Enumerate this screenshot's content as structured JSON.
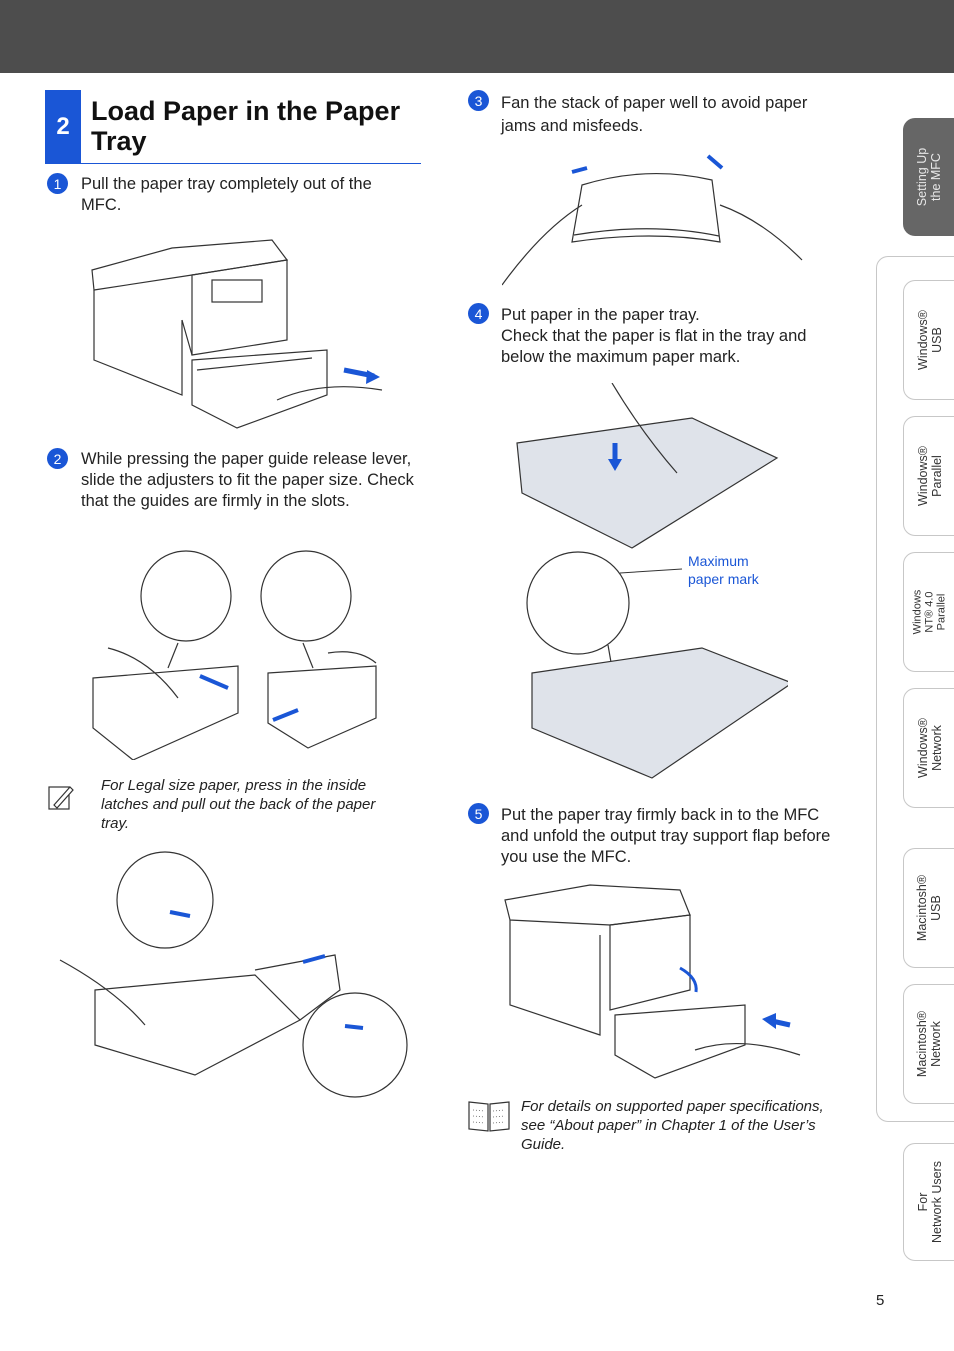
{
  "section": {
    "number": "2",
    "title": "Load Paper in the Paper Tray"
  },
  "steps": [
    {
      "num": "1",
      "text": "Pull the paper tray completely out of the MFC."
    },
    {
      "num": "2",
      "text": "While pressing the paper guide release lever, slide the adjusters to fit the paper size. Check that the guides are firmly in the slots."
    },
    {
      "num": "3",
      "text": "Fan the stack of paper well to avoid paper jams and misfeeds."
    },
    {
      "num": "4",
      "text": "Put paper in the paper tray.",
      "text2": "Check that the paper is flat in the tray and below the maximum paper mark."
    },
    {
      "num": "5",
      "text": "Put the paper tray firmly back in to the MFC and unfold the output tray support flap before you use the MFC."
    }
  ],
  "notes": {
    "legal": "For Legal size paper, press in the inside latches and pull out the back of the paper tray.",
    "details": "For details on supported paper specifications, see “About paper” in Chapter 1 of the User’s Guide."
  },
  "callout": {
    "line1": "Maximum",
    "line2": "paper mark"
  },
  "tabs": [
    {
      "line1": "Setting Up",
      "line2": "the MFC"
    },
    {
      "line1": "Windows®",
      "line2": "USB"
    },
    {
      "line1": "Windows®",
      "line2": "Parallel"
    },
    {
      "line1": "Windows",
      "line2": "NT® 4.0",
      "line3": "Parallel"
    },
    {
      "line1": "Windows®",
      "line2": "Network"
    },
    {
      "line1": "Macintosh®",
      "line2": "USB"
    },
    {
      "line1": "Macintosh®",
      "line2": "Network"
    },
    {
      "line1": "For",
      "line2": "Network Users"
    }
  ],
  "page_number": "5",
  "colors": {
    "accent": "#1a56d6",
    "header_bar": "#4d4d4d",
    "active_tab": "#666666"
  }
}
